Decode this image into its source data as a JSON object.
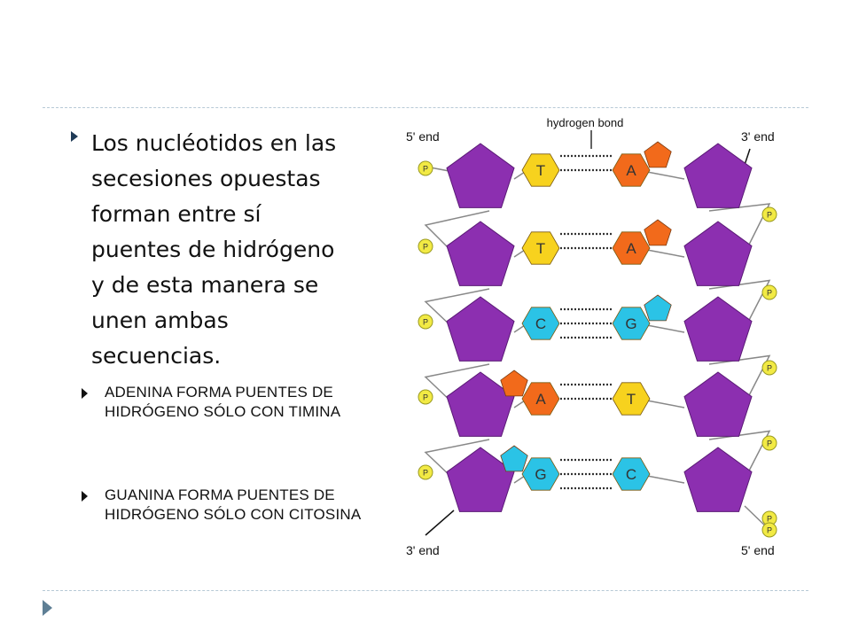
{
  "slide": {
    "main_text": "Los nucléotidos en las secesiones opuestas forman entre sí puentes de hidrógeno y de esta manera se unen ambas secuencias.",
    "bullets": [
      "ADENINA FORMA PUENTES DE HIDRÓGENO SÓLO CON TIMINA",
      "GUANINA FORMA PUENTES DE HIDRÓGENO SÓLO CON CITOSINA"
    ]
  },
  "diagram": {
    "labels": {
      "hydrogen_bond": "hydrogen bond",
      "left_top": "5' end",
      "right_top": "3' end",
      "left_bottom": "3' end",
      "right_bottom": "5' end",
      "phosphate": "P"
    },
    "pairs": [
      {
        "left": "T",
        "right": "A"
      },
      {
        "left": "T",
        "right": "A"
      },
      {
        "left": "C",
        "right": "G"
      },
      {
        "left": "A",
        "right": "T"
      },
      {
        "left": "G",
        "right": "C"
      }
    ],
    "colors": {
      "T": "#f7d21e",
      "A": "#f26a1b",
      "C": "#2bc3e6",
      "G": "#2bc3e6",
      "sugar": "#8c2fb0",
      "phosphate": "#f2ea44",
      "rule": "#b7c9d6",
      "bullet": "#1f3b57"
    }
  }
}
